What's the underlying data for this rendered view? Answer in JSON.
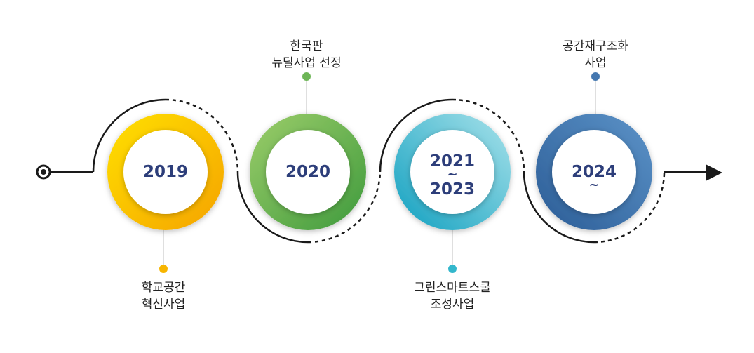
{
  "colors": {
    "year_text": "#2d3e7a",
    "line": "#1a1a1a",
    "label_text": "#222222",
    "milestones": [
      "#f7b500",
      "#6db556",
      "#33b7cc",
      "#4477b0"
    ]
  },
  "milestones": [
    {
      "year_line1": "2019",
      "tilde": "",
      "year_line3": "",
      "label_line1": "학교공간",
      "label_line2": "혁신사업",
      "label_position": "below"
    },
    {
      "year_line1": "2020",
      "tilde": "",
      "year_line3": "",
      "label_line1": "한국판",
      "label_line2": "뉴딜사업 선정",
      "label_position": "above"
    },
    {
      "year_line1": "2021",
      "tilde": "~",
      "year_line3": "2023",
      "label_line1": "그린스마트스쿨",
      "label_line2": "조성사업",
      "label_position": "below"
    },
    {
      "year_line1": "2024",
      "tilde": "~",
      "year_line3": "",
      "label_line1": "공간재구조화",
      "label_line2": "사업",
      "label_position": "above"
    }
  ]
}
